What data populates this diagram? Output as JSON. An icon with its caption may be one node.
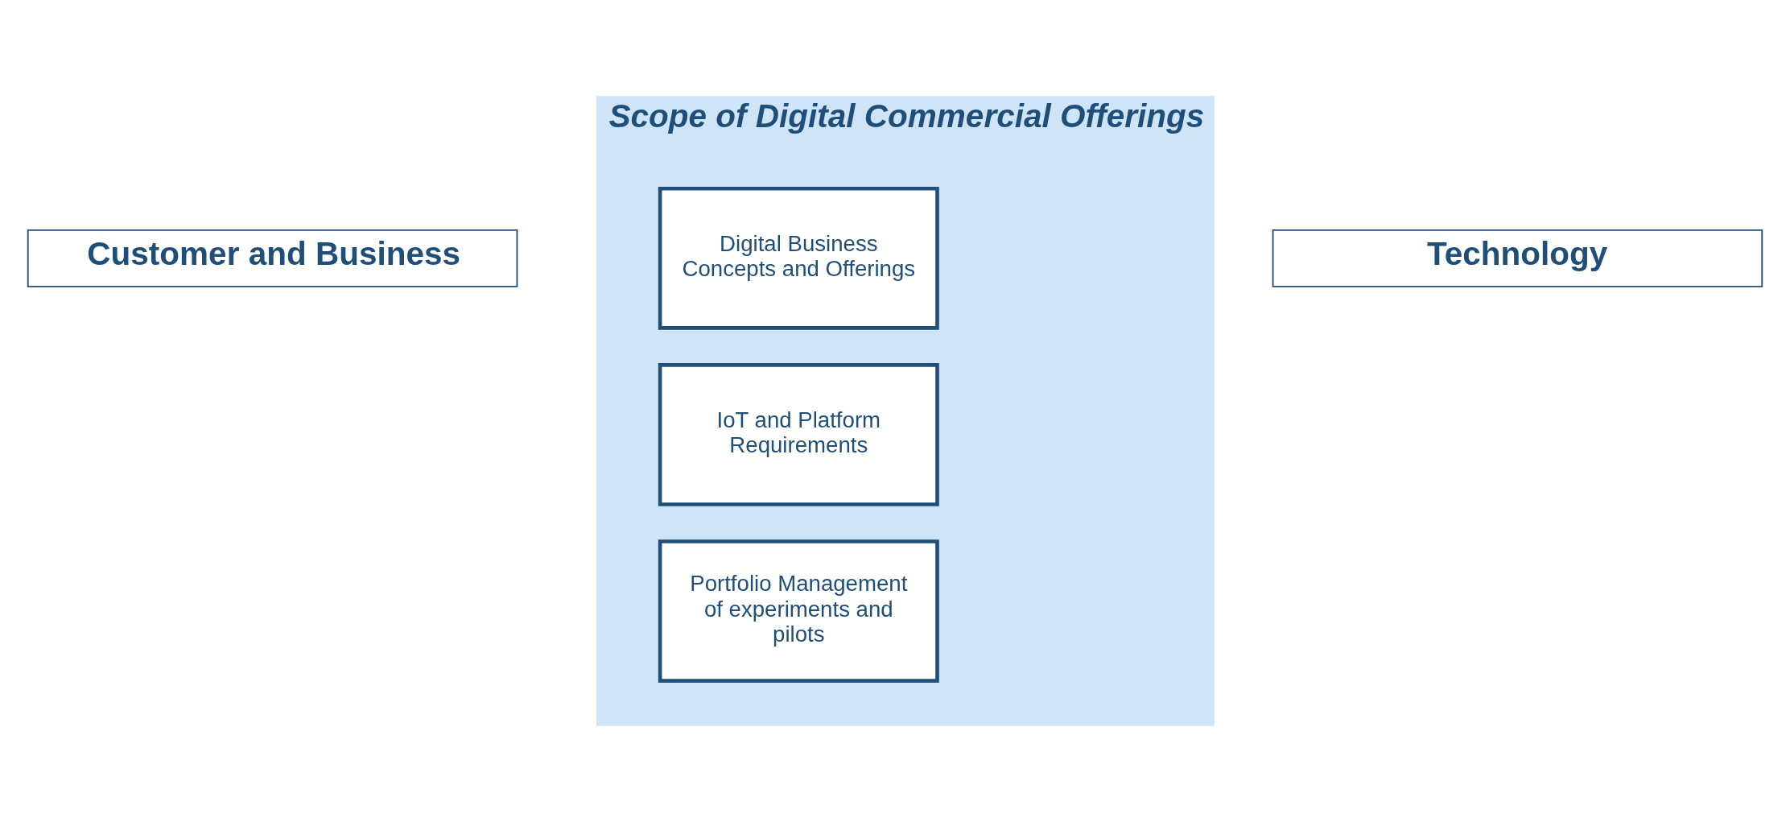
{
  "diagram": {
    "nodes": [
      {
        "text": [
          "Scope of Digital Commercial Offerings"
        ]
      },
      {
        "text": [
          "Digital Business Concepts and Offerings"
        ],
        "in": 0
      },
      {
        "text": [
          "IoT and Platform Requirements"
        ],
        "in": 0
      },
      {
        "text": [
          "Portfolio Management of experiments and pilots"
        ],
        "in": 0
      }
    ],
    "edges": [],
    "labels": [
      "Customer and Business",
      "Technology"
    ]
  }
}
